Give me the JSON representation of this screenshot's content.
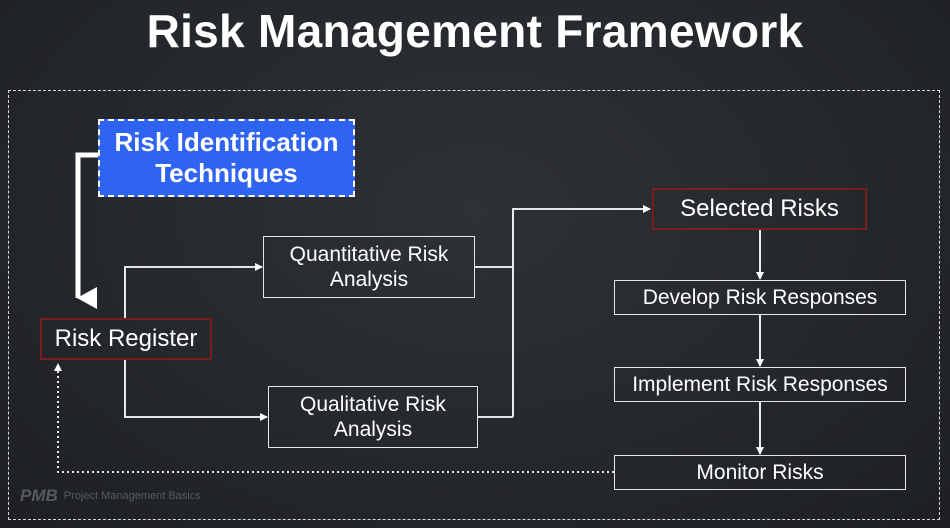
{
  "title": "Risk Management Framework",
  "nodes": {
    "risk_identification": "Risk Identification Techniques",
    "risk_register": "Risk Register",
    "quantitative": "Quantitative Risk Analysis",
    "qualitative": "Qualitative Risk Analysis",
    "selected_risks": "Selected Risks",
    "develop_responses": "Develop Risk Responses",
    "implement_responses": "Implement Risk Responses",
    "monitor_risks": "Monitor Risks"
  },
  "watermark": {
    "logo": "PMB",
    "text": "Project Management Basics"
  },
  "colors": {
    "background": "#26292d",
    "highlight_box": "#2f63f2",
    "red_border": "#7a1d1d",
    "line": "#ffffff"
  }
}
